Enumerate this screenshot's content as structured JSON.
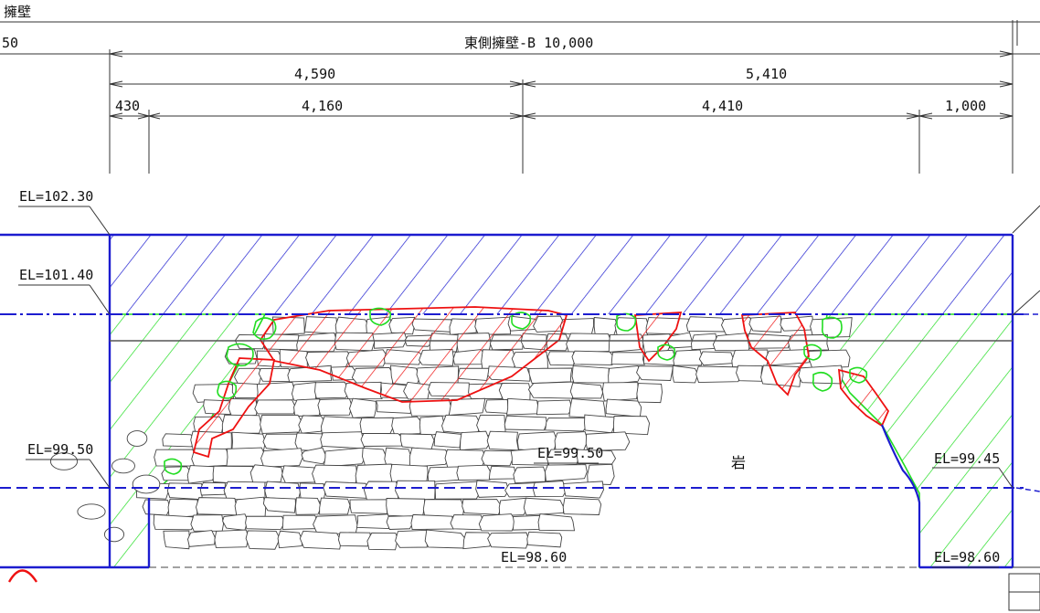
{
  "corner_title": "擁壁",
  "dimensions": {
    "left_partial": "50",
    "total": "東側擁壁-B 10,000",
    "seg1": "4,590",
    "seg2": "5,410",
    "sub1": "430",
    "sub2": "4,160",
    "sub3": "4,410",
    "sub4": "1,000"
  },
  "elevations": {
    "top": "EL=102.30",
    "upper": "EL=101.40",
    "mid_left": "EL=99.50",
    "mid_center": "EL=99.50",
    "mid_right": "EL=99.45",
    "bottom_center": "EL=98.60",
    "bottom_right": "EL=98.60"
  },
  "rock_label": "岩",
  "colors": {
    "blue": "#1c1ccf",
    "green": "#22dd22",
    "red": "#ee1111",
    "stone": "#444444",
    "dim": "#333333"
  }
}
